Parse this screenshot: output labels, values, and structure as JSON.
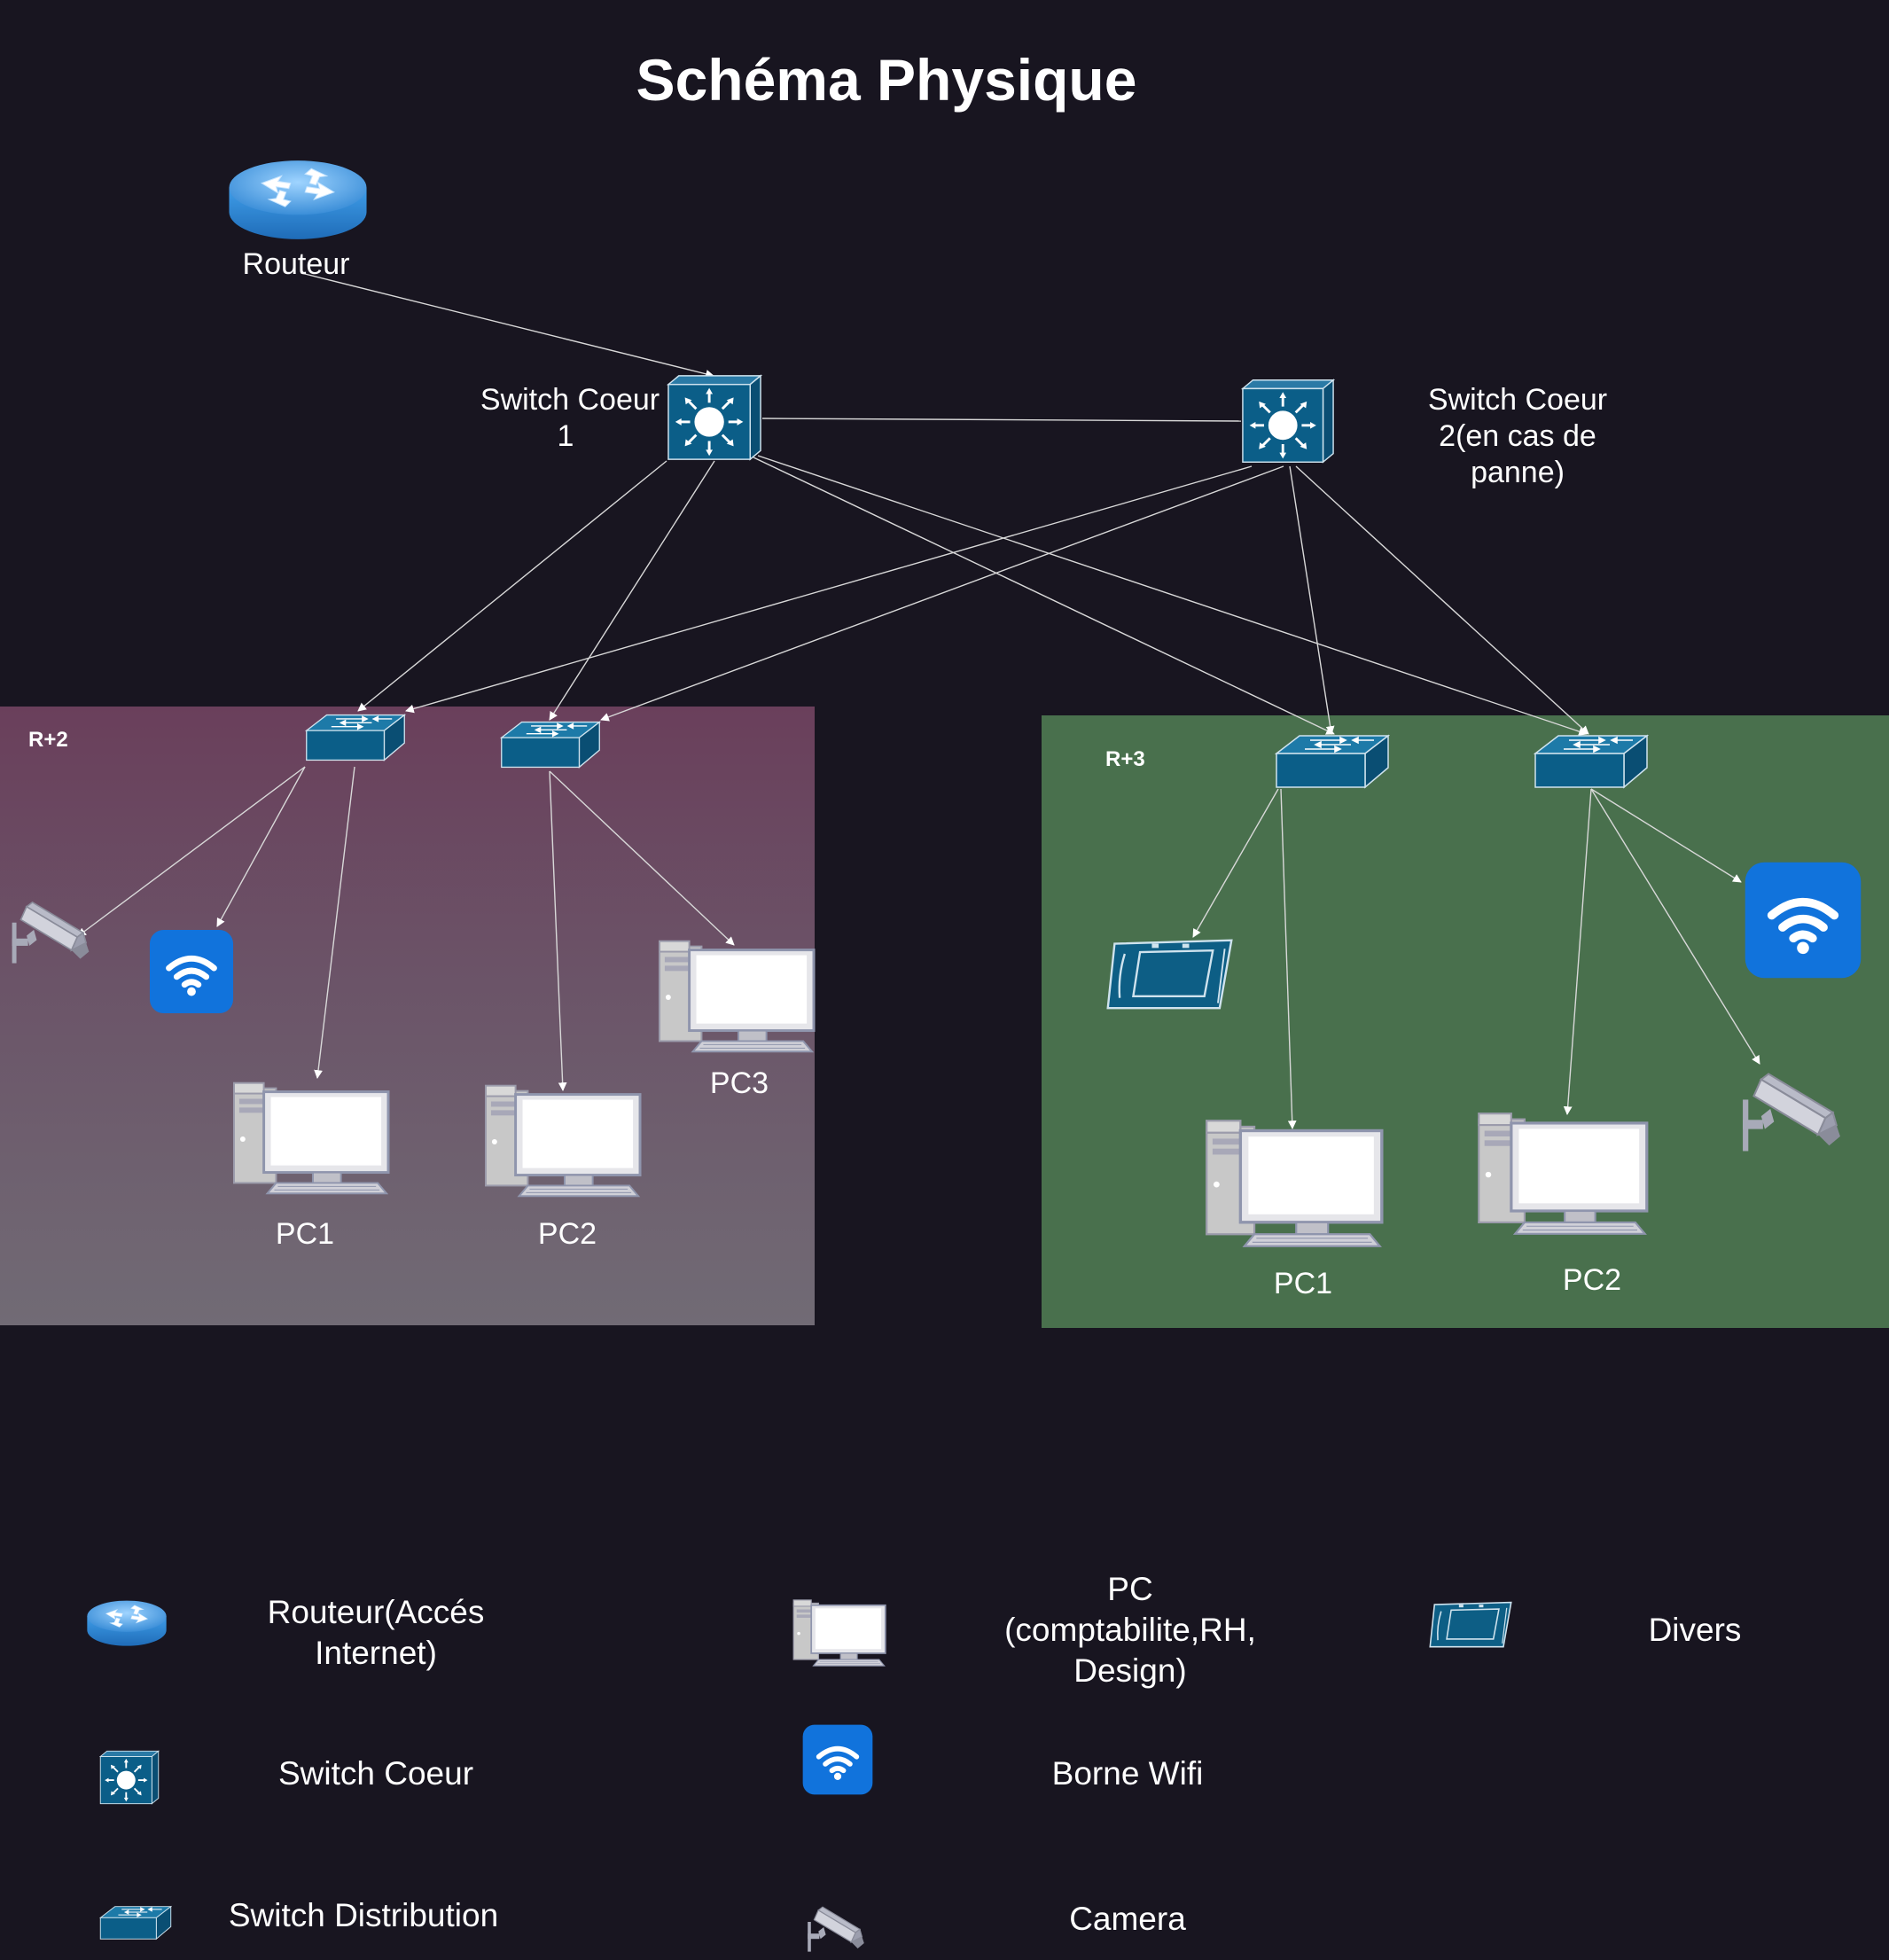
{
  "title": "Schéma Physique",
  "devices": {
    "router": "Routeur",
    "core1_line1": "Switch Coeur",
    "core1_line2": "1",
    "core2_line1": "Switch Coeur",
    "core2_line2": "2(en cas de",
    "core2_line3": "panne)"
  },
  "zones": {
    "r2": {
      "label": "R+2",
      "pc1": "PC1",
      "pc2": "PC2",
      "pc3": "PC3"
    },
    "r3": {
      "label": "R+3",
      "pc1": "PC1",
      "pc2": "PC2"
    }
  },
  "legend": {
    "router_l1": "Routeur(Accés",
    "router_l2": "Internet)",
    "core": "Switch Coeur",
    "dist": "Switch Distribution",
    "pc_l1": "PC",
    "pc_l2": "(comptabilite,RH,",
    "pc_l3": "Design)",
    "wifi": "Borne Wifi",
    "camera": "Camera",
    "divers": "Divers"
  },
  "colors": {
    "background": "#181520",
    "switch_blue": "#0b5e88",
    "wifi_blue": "#1173dc",
    "router_blue": "#3d9be0",
    "zone_r2": "#6a3f5b",
    "zone_r3": "#49704d"
  },
  "icons": [
    "router-icon",
    "core-switch-icon",
    "distribution-switch-icon",
    "pc-icon",
    "wifi-icon",
    "camera-icon",
    "tablet-icon"
  ]
}
